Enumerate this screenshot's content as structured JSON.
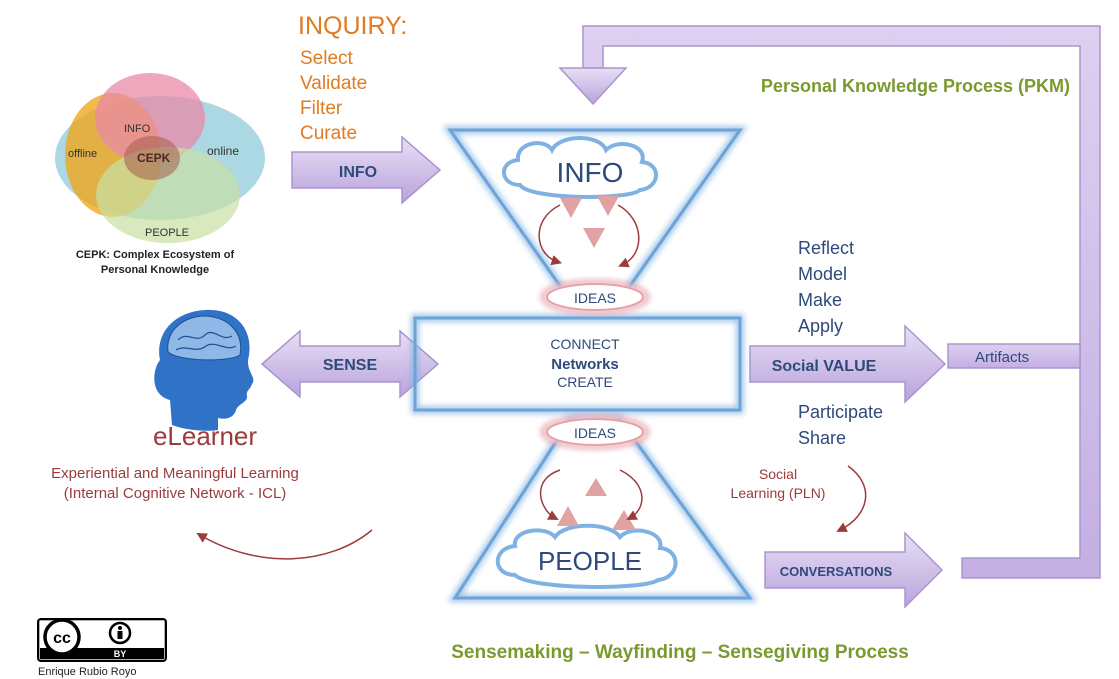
{
  "ecosystem": {
    "labels": {
      "info": "INFO",
      "offline": "offline",
      "online": "online",
      "cepk": "CEPK",
      "people": "PEOPLE"
    },
    "caption_line1": "CEPK: Complex Ecosystem of",
    "caption_line2": "Personal Knowledge"
  },
  "inquiry": {
    "title": "INQUIRY:",
    "steps": [
      "Select",
      "Validate",
      "Filter",
      "Curate"
    ]
  },
  "arrows": {
    "info": "INFO",
    "sense": "SENSE",
    "social_value": "Social VALUE",
    "conversations": "CONVERSATIONS"
  },
  "pkm_title": "Personal Knowledge Process (PKM)",
  "hourglass": {
    "top_cloud": "INFO",
    "ideas_top": "IDEAS",
    "connect": "CONNECT",
    "networks": "Networks",
    "create": "CREATE",
    "ideas_bottom": "IDEAS",
    "bottom_cloud": "PEOPLE"
  },
  "value_steps": [
    "Reflect",
    "Model",
    "Make",
    "Apply"
  ],
  "share_steps": [
    "Participate",
    "Share"
  ],
  "artifacts": "Artifacts",
  "social_learning_line1": "Social",
  "social_learning_line2": "Learning (PLN)",
  "learner": {
    "name": "eLearner",
    "desc_line1": "Experiential and Meaningful Learning",
    "desc_line2": "(Internal Cognitive Network - ICL)"
  },
  "footer_title": "Sensemaking – Wayfinding – Sensegiving  Process",
  "license": {
    "badge_cc": "cc",
    "badge_by": "BY",
    "author": "Enrique Rubio Royo"
  },
  "colors": {
    "orange": "#e07b22",
    "green": "#7a9a2e",
    "navy": "#2e4a7a",
    "maroon": "#9b3b3b",
    "lavender": "#c9b8e6",
    "blue": "#6ea3d8"
  }
}
